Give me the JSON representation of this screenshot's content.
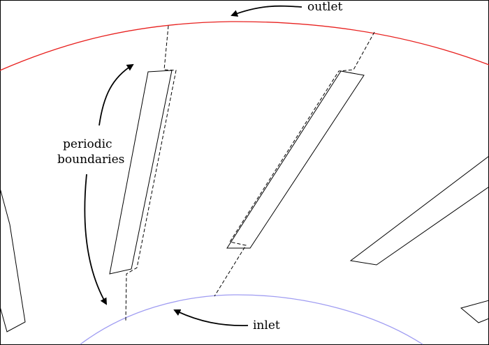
{
  "labels": {
    "outlet": "outlet",
    "inlet": "inlet",
    "periodic_line1": "periodic",
    "periodic_line2": "boundaries"
  },
  "colors": {
    "outlet_curve": "#e8201e",
    "inlet_curve": "#9f9cf2",
    "blade_outline": "#000000",
    "periodic_boundary": "#000000",
    "frame": "#000000"
  }
}
